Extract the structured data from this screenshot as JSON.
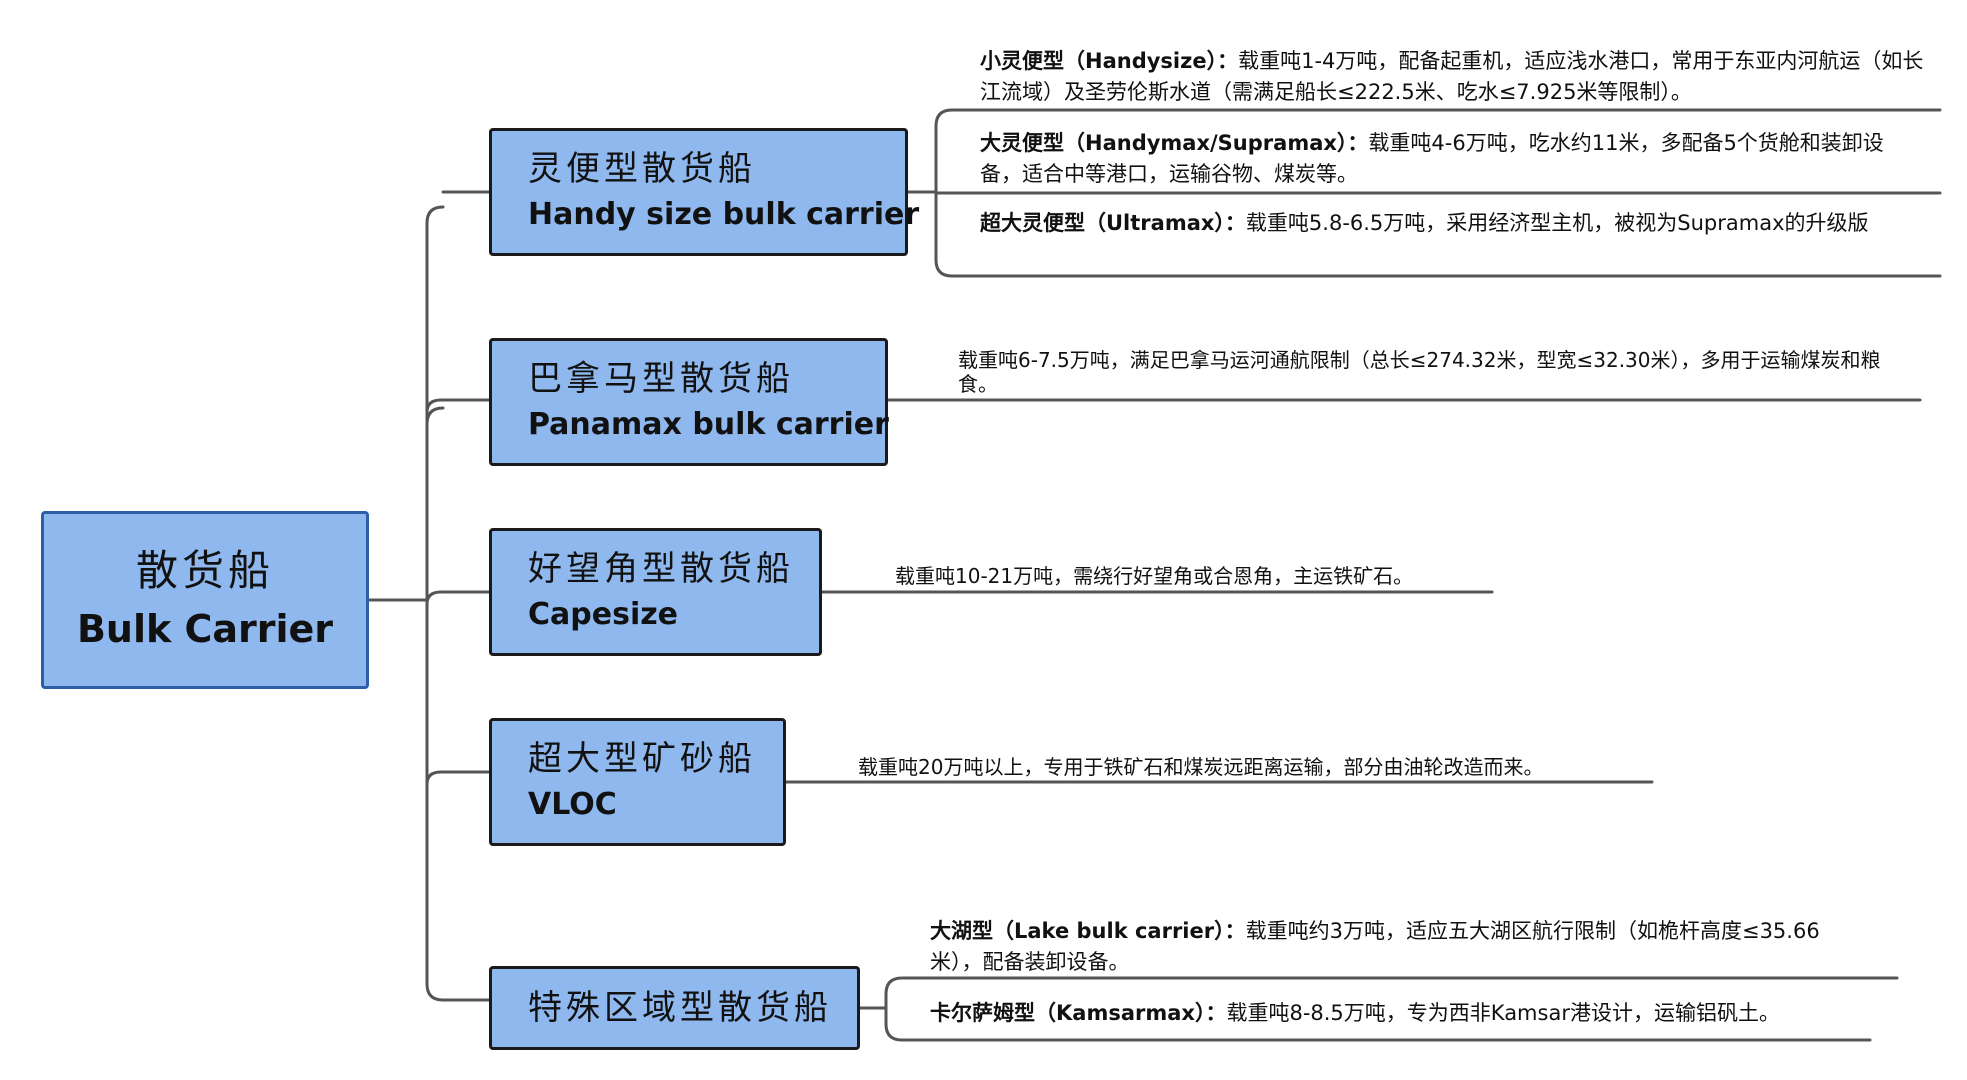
{
  "root": {
    "cn": "散货船",
    "en": "Bulk Carrier"
  },
  "categories": [
    {
      "cn": "灵便型散货船",
      "en": "Handy size bulk carrier",
      "details": [
        {
          "name": "小灵便型（Handysize）：",
          "text": "载重吨1-4万吨，配备起重机，适应浅水港口，常用于东亚内河航运（如长江流域）及圣劳伦斯水道（需满足船长≤222.5米、吃水≤7.925米等限制）。"
        },
        {
          "name": "大灵便型（Handymax/Supramax）：",
          "text": "载重吨4-6万吨，吃水约11米，多配备5个货舱和装卸设备，适合中等港口，运输谷物、煤炭等。"
        },
        {
          "name": "超大灵便型（Ultramax）：",
          "text": "载重吨5.8-6.5万吨，采用经济型主机，被视为Supramax的升级版"
        }
      ]
    },
    {
      "cn": "巴拿马型散货船",
      "en": "Panamax bulk carrier",
      "details": [
        {
          "name": "",
          "text": "载重吨6-7.5万吨，满足巴拿马运河通航限制（总长≤274.32米，型宽≤32.30米），多用于运输煤炭和粮食。"
        }
      ]
    },
    {
      "cn": "好望角型散货船",
      "en": "Capesize",
      "details": [
        {
          "name": "",
          "text": "载重吨10-21万吨，需绕行好望角或合恩角，主运铁矿石。"
        }
      ]
    },
    {
      "cn": "超大型矿砂船",
      "en": "VLOC",
      "details": [
        {
          "name": "",
          "text": "载重吨20万吨以上，专用于铁矿石和煤炭远距离运输，部分由油轮改造而来。"
        }
      ]
    },
    {
      "cn": "特殊区域型散货船",
      "en": "",
      "details": [
        {
          "name": "大湖型（Lake bulk carrier）：",
          "text": "载重吨约3万吨，适应五大湖区航行限制（如桅杆高度≤35.66米），配备装卸设备。"
        },
        {
          "name": "卡尔萨姆型（Kamsarmax）：",
          "text": "载重吨8-8.5万吨，专为西非Kamsar港设计，运输铝矾土。"
        }
      ]
    }
  ]
}
